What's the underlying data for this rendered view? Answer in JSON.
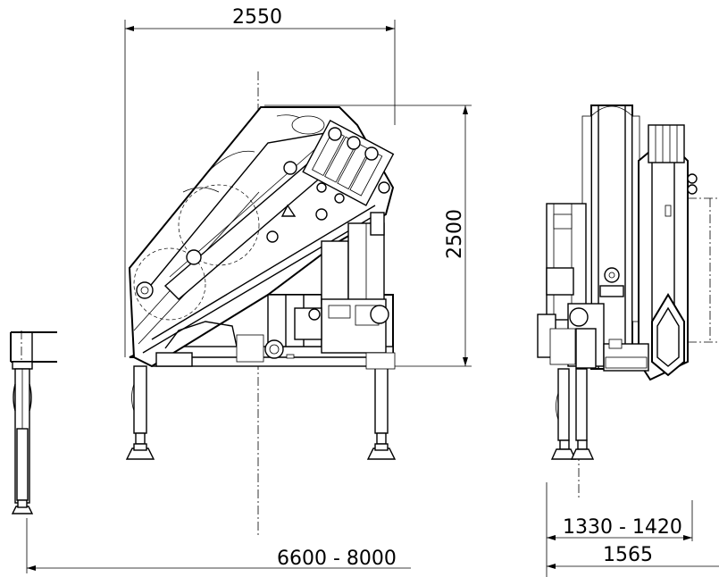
{
  "dimensions": {
    "width_top": "2550",
    "height_right": "2500",
    "span_bottom": "6600 - 8000",
    "side_inner": "1330 - 1420",
    "side_outer": "1565"
  }
}
